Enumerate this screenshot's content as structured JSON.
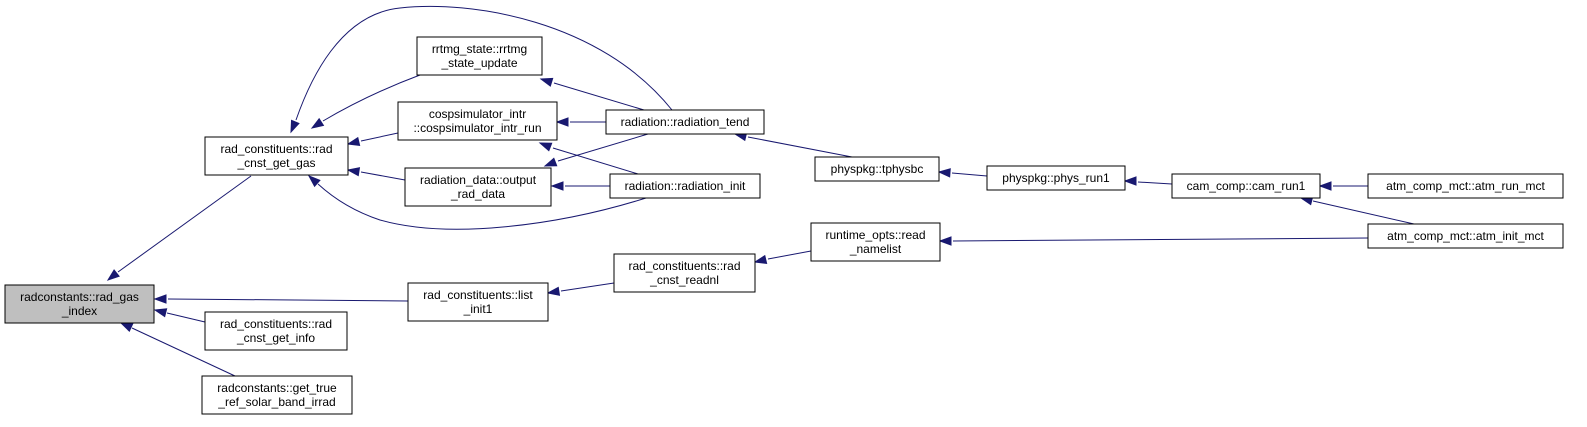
{
  "graph": {
    "nodes": [
      {
        "id": "n_root",
        "lines": [
          "radconstants::rad_gas",
          "_index"
        ],
        "highlight": true
      },
      {
        "id": "n_getgas",
        "lines": [
          "rad_constituents::rad",
          "_cnst_get_gas"
        ]
      },
      {
        "id": "n_rrtmg",
        "lines": [
          "rrtmg_state::rrtmg",
          "_state_update"
        ]
      },
      {
        "id": "n_cosp",
        "lines": [
          "cospsimulator_intr",
          "::cospsimulator_intr_run"
        ]
      },
      {
        "id": "n_raddata",
        "lines": [
          "radiation_data::output",
          "_rad_data"
        ]
      },
      {
        "id": "n_tend",
        "lines": [
          "radiation::radiation_tend"
        ]
      },
      {
        "id": "n_init",
        "lines": [
          "radiation::radiation_init"
        ]
      },
      {
        "id": "n_tphysbc",
        "lines": [
          "physpkg::tphysbc"
        ]
      },
      {
        "id": "n_physrun1",
        "lines": [
          "physpkg::phys_run1"
        ]
      },
      {
        "id": "n_camrun1",
        "lines": [
          "cam_comp::cam_run1"
        ]
      },
      {
        "id": "n_atmrun",
        "lines": [
          "atm_comp_mct::atm_run_mct"
        ]
      },
      {
        "id": "n_atminit",
        "lines": [
          "atm_comp_mct::atm_init_mct"
        ]
      },
      {
        "id": "n_readnml",
        "lines": [
          "runtime_opts::read",
          "_namelist"
        ]
      },
      {
        "id": "n_readnl",
        "lines": [
          "rad_constituents::rad",
          "_cnst_readnl"
        ]
      },
      {
        "id": "n_listinit",
        "lines": [
          "rad_constituents::list",
          "_init1"
        ]
      },
      {
        "id": "n_getinfo",
        "lines": [
          "rad_constituents::rad",
          "_cnst_get_info"
        ]
      },
      {
        "id": "n_solar",
        "lines": [
          "radconstants::get_true",
          "_ref_solar_band_irrad"
        ]
      }
    ],
    "edges": [
      {
        "from": "n_getgas",
        "to": "n_root"
      },
      {
        "from": "n_listinit",
        "to": "n_root"
      },
      {
        "from": "n_getinfo",
        "to": "n_root"
      },
      {
        "from": "n_solar",
        "to": "n_root"
      },
      {
        "from": "n_rrtmg",
        "to": "n_getgas"
      },
      {
        "from": "n_cosp",
        "to": "n_getgas"
      },
      {
        "from": "n_raddata",
        "to": "n_getgas"
      },
      {
        "from": "n_tend",
        "to": "n_getgas"
      },
      {
        "from": "n_init",
        "to": "n_getgas"
      },
      {
        "from": "n_tend",
        "to": "n_rrtmg"
      },
      {
        "from": "n_tend",
        "to": "n_cosp"
      },
      {
        "from": "n_init",
        "to": "n_cosp"
      },
      {
        "from": "n_tend",
        "to": "n_raddata"
      },
      {
        "from": "n_init",
        "to": "n_raddata"
      },
      {
        "from": "n_tphysbc",
        "to": "n_tend"
      },
      {
        "from": "n_physrun1",
        "to": "n_tphysbc"
      },
      {
        "from": "n_camrun1",
        "to": "n_physrun1"
      },
      {
        "from": "n_atmrun",
        "to": "n_camrun1"
      },
      {
        "from": "n_atminit",
        "to": "n_camrun1"
      },
      {
        "from": "n_atminit",
        "to": "n_readnml"
      },
      {
        "from": "n_readnml",
        "to": "n_readnl"
      },
      {
        "from": "n_readnl",
        "to": "n_listinit"
      }
    ],
    "colors": {
      "edge": "#191970",
      "node_border": "#000000",
      "node_fill": "#ffffff",
      "root_fill": "#bfbfbf"
    }
  }
}
